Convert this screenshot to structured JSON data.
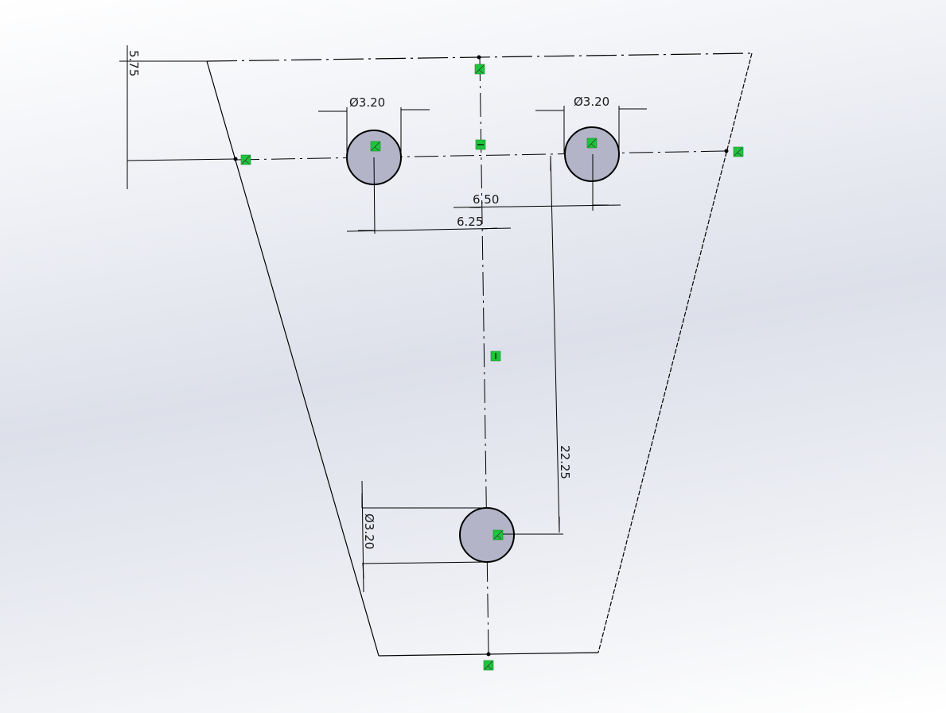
{
  "app": {
    "view": "sketch-graphics-area"
  },
  "colors": {
    "hole_fill": "#b3b4c8",
    "line": "#000000",
    "relation_green": "#1ec43c",
    "background_mid": "#dde0ea"
  },
  "sketch": {
    "outline": "trapezoid",
    "holes": [
      {
        "id": "hole-top-left",
        "diameter_label": "Ø3.20"
      },
      {
        "id": "hole-top-right",
        "diameter_label": "Ø3.20"
      },
      {
        "id": "hole-bottom",
        "diameter_label": "Ø3.20"
      }
    ],
    "dimensions": {
      "top_offset": "5.75",
      "right_hole_offset": "6.50",
      "left_hole_offset": "6.25",
      "vertical_distance": "22.25",
      "dia_top_left": "Ø3.20",
      "dia_top_right": "Ø3.20",
      "dia_bottom": "Ø3.20"
    },
    "relations": [
      {
        "type": "coincident",
        "icon": "coincident-icon"
      },
      {
        "type": "horizontal",
        "icon": "horizontal-icon"
      },
      {
        "type": "vertical",
        "icon": "vertical-icon"
      }
    ]
  }
}
